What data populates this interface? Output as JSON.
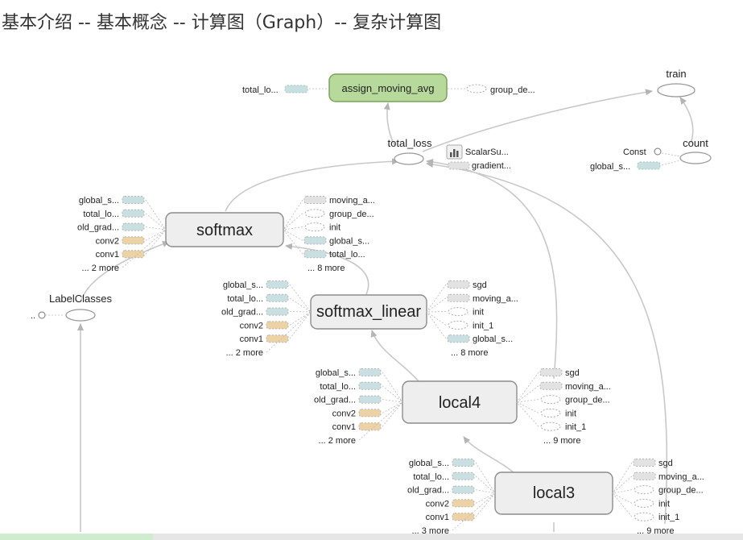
{
  "title": "基本介绍 -- 基本概念 -- 计算图（Graph）-- 复杂计算图",
  "colors": {
    "blue_node": "#c9dfe2",
    "orange_node": "#ecd2a5",
    "gray_node": "#e2e2e2",
    "assign_fill": "#b7d99b",
    "assign_stroke": "#7aa35a"
  },
  "nodes": {
    "assign_moving_avg": "assign_moving_avg",
    "softmax": "softmax",
    "softmax_linear": "softmax_linear",
    "local4": "local4",
    "local3": "local3",
    "train": "train",
    "total_loss": "total_loss",
    "count": "count",
    "label_classes": "LabelClasses",
    "const": "Const",
    "scalar_summary": "ScalarSu...",
    "gradient": "gradient...",
    "total_lo_top": "total_lo...",
    "group_de_top": "group_de...",
    "global_s_count": "global_s...",
    "ellipsis": ".."
  },
  "softmax_inputs": [
    "global_s...",
    "total_lo...",
    "old_grad...",
    "conv2",
    "conv1",
    "... 2 more"
  ],
  "softmax_outputs": [
    "moving_a...",
    "group_de...",
    "init",
    "global_s...",
    "total_lo...",
    "... 8 more"
  ],
  "softmax_linear_inputs": [
    "global_s...",
    "total_lo...",
    "old_grad...",
    "conv2",
    "conv1",
    "... 2 more"
  ],
  "softmax_linear_outputs": [
    "sgd",
    "moving_a...",
    "init",
    "init_1",
    "global_s...",
    "... 8 more"
  ],
  "local4_inputs": [
    "global_s...",
    "total_lo...",
    "old_grad...",
    "conv2",
    "conv1",
    "... 2 more"
  ],
  "local4_outputs": [
    "sgd",
    "moving_a...",
    "group_de...",
    "init",
    "init_1",
    "... 9 more"
  ],
  "local3_inputs": [
    "global_s...",
    "total_lo...",
    "old_grad...",
    "conv2",
    "conv1",
    "... 3 more"
  ],
  "local3_outputs": [
    "sgd",
    "moving_a...",
    "group_de...",
    "init",
    "init_1",
    "... 9 more"
  ]
}
